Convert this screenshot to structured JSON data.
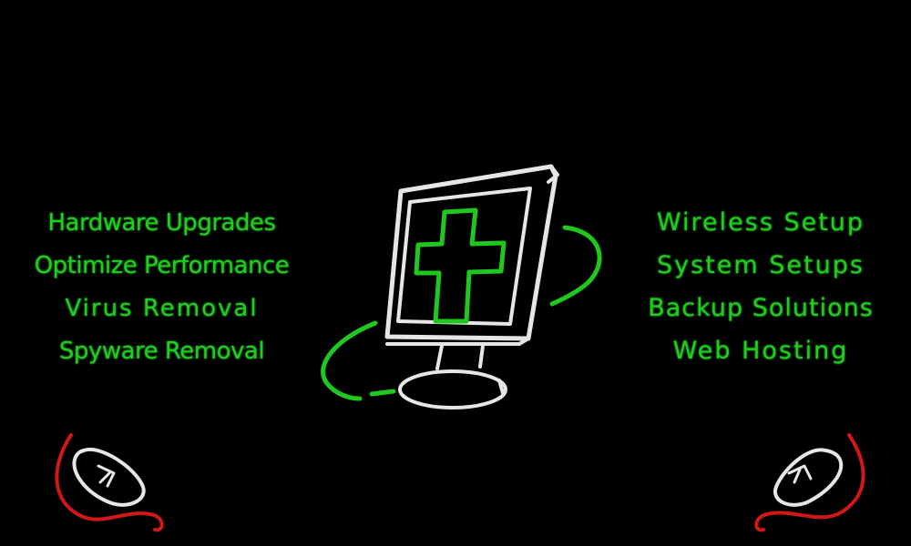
{
  "services_left": [
    "Hardware Upgrades",
    "Optimize Performance",
    "Virus Removal",
    "Spyware Removal"
  ],
  "services_right": [
    "Wireless Setup",
    "System Setups",
    "Backup Solutions",
    "Web Hosting"
  ],
  "colors": {
    "background": "#000000",
    "text_green": "#22cc22",
    "neon_green": "#1ec81e",
    "neon_white": "#e6e6e6",
    "neon_red": "#d01818"
  },
  "icons": [
    "monitor-with-plus-icon",
    "mouse-icon-left",
    "mouse-icon-right"
  ]
}
